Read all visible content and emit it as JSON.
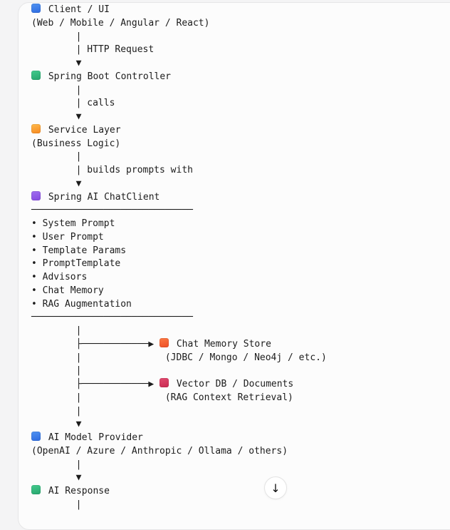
{
  "colors": {
    "blue": [
      "#4f93f2",
      "#2e6be0"
    ],
    "green": [
      "#43cb8d",
      "#27a56d"
    ],
    "orange": [
      "#ffbb4d",
      "#f6881f"
    ],
    "purple": [
      "#a06ef0",
      "#8549e0"
    ],
    "orange_red": [
      "#fb7a45",
      "#ee4d24"
    ],
    "crimson": [
      "#e14b70",
      "#c92950"
    ]
  },
  "diagram": {
    "lines": [
      {
        "sq": "blue",
        "post": " Client / UI"
      },
      {
        "pre": "(Web / Mobile / Angular / React)"
      },
      {
        "pre": "        |"
      },
      {
        "pre": "        | HTTP Request"
      },
      {
        "pre": "        ▼"
      },
      {
        "sq": "green",
        "post": " Spring Boot Controller"
      },
      {
        "pre": "        |"
      },
      {
        "pre": "        | calls"
      },
      {
        "pre": "        ▼"
      },
      {
        "sq": "orange",
        "post": " Service Layer"
      },
      {
        "pre": "(Business Logic)"
      },
      {
        "pre": "        |"
      },
      {
        "pre": "        | builds prompts with"
      },
      {
        "pre": "        ▼"
      },
      {
        "sq": "purple",
        "post": " Spring AI ChatClient"
      },
      {
        "pre": "─────────────────────────────"
      },
      {
        "pre": "• System Prompt"
      },
      {
        "pre": "• User Prompt"
      },
      {
        "pre": "• Template Params"
      },
      {
        "pre": "• PromptTemplate"
      },
      {
        "pre": "• Advisors"
      },
      {
        "pre": "• Chat Memory"
      },
      {
        "pre": "• RAG Augmentation"
      },
      {
        "pre": "─────────────────────────────"
      },
      {
        "pre": "        |"
      },
      {
        "pre": "        ├────────────▶ ",
        "sq": "orange_red",
        "post": " Chat Memory Store"
      },
      {
        "pre": "        |               (JDBC / Mongo / Neo4j / etc.)"
      },
      {
        "pre": "        |"
      },
      {
        "pre": "        ├────────────▶ ",
        "sq": "crimson",
        "post": " Vector DB / Documents"
      },
      {
        "pre": "        |               (RAG Context Retrieval)"
      },
      {
        "pre": "        |"
      },
      {
        "pre": "        ▼"
      },
      {
        "sq": "blue",
        "post": " AI Model Provider"
      },
      {
        "pre": "(OpenAI / Azure / Anthropic / Ollama / others)"
      },
      {
        "pre": "        |"
      },
      {
        "pre": "        ▼"
      },
      {
        "sq": "green",
        "post": " AI Response"
      },
      {
        "pre": "        |"
      }
    ]
  },
  "scroll_button": {
    "arrow": "↓"
  }
}
